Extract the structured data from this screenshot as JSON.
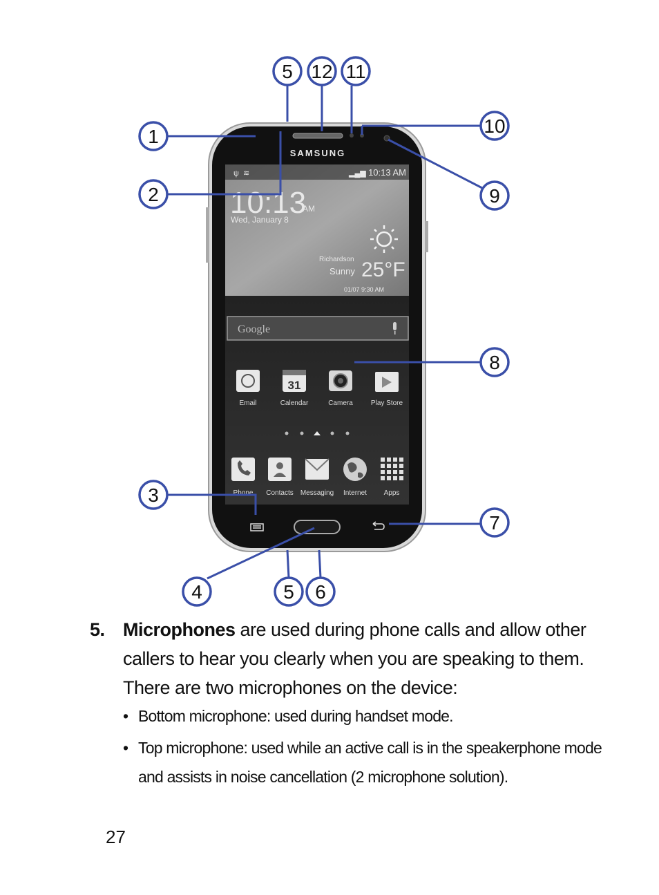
{
  "figure": {
    "brand": "SAMSUNG",
    "status_time": "10:13 AM",
    "clock": {
      "time": "10:13",
      "ampm": "AM",
      "date": "Wed, January 8"
    },
    "weather": {
      "location": "Richardson",
      "condition": "Sunny",
      "temp": "25°F",
      "updated": "01/07 9:30 AM"
    },
    "search_placeholder": "Google",
    "calendar_day": "31",
    "apps": [
      "Email",
      "Calendar",
      "Camera",
      "Play Store"
    ],
    "dock": [
      "Phone",
      "Contacts",
      "Messaging",
      "Internet",
      "Apps"
    ],
    "callouts": [
      "1",
      "2",
      "3",
      "4",
      "5",
      "5",
      "6",
      "7",
      "8",
      "9",
      "10",
      "11",
      "12"
    ],
    "callout_color": "#3a4fa8"
  },
  "item": {
    "number": "5.",
    "term": "Microphones",
    "text": " are used during phone calls and allow other callers to hear you clearly when you are speaking to them. There are two microphones on the device:"
  },
  "bullets": [
    "Bottom microphone: used during handset mode.",
    "Top microphone: used while an active call is in the speakerphone mode and assists in noise cancellation (2 microphone solution)."
  ],
  "page_number": "27"
}
